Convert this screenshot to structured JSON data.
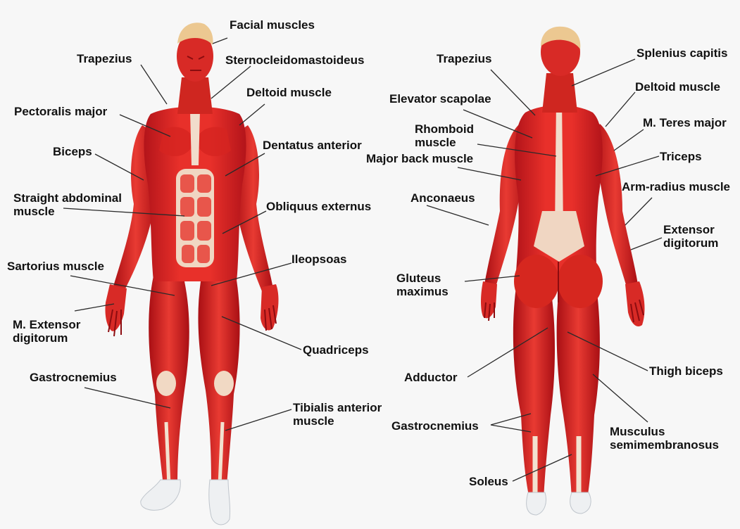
{
  "diagram": {
    "front_labels": {
      "facial_muscles": "Facial muscles",
      "trapezius": "Trapezius",
      "sternocleidomastoideus": "Sternocleidomastoideus",
      "deltoid": "Deltoid muscle",
      "pectoralis_major": "Pectoralis major",
      "dentatus_anterior": "Dentatus anterior",
      "biceps": "Biceps",
      "straight_abdominal_1": "Straight abdominal",
      "straight_abdominal_2": "muscle",
      "obliquus_externus": "Obliquus externus",
      "ileopsoas": "Ileopsoas",
      "sartorius": "Sartorius muscle",
      "m_extensor_1": "M. Extensor",
      "m_extensor_2": "digitorum",
      "quadriceps": "Quadriceps",
      "gastrocnemius": "Gastrocnemius",
      "tibialis_1": "Tibialis anterior",
      "tibialis_2": "muscle"
    },
    "back_labels": {
      "trapezius": "Trapezius",
      "splenius_capitis": "Splenius capitis",
      "elevator_scapolae": "Elevator scapolae",
      "deltoid": "Deltoid muscle",
      "rhomboid_1": "Rhomboid",
      "rhomboid_2": "muscle",
      "teres_major": "M. Teres major",
      "major_back": "Major back muscle",
      "triceps": "Triceps",
      "anconaeus": "Anconaeus",
      "arm_radius": "Arm-radius muscle",
      "extensor_1": "Extensor",
      "extensor_2": "digitorum",
      "gluteus_1": "Gluteus",
      "gluteus_2": "maximus",
      "thigh_biceps": "Thigh biceps",
      "adductor": "Adductor",
      "gastrocnemius": "Gastrocnemius",
      "semimembranosus_1": "Musculus",
      "semimembranosus_2": "semimembranosus",
      "soleus": "Soleus"
    }
  },
  "colors": {
    "muscle": "#e02424",
    "muscle_dark": "#a50f12",
    "muscle_light": "#f0544f",
    "tendon": "#f3e3d3",
    "hair": "#e8c896",
    "leader": "#2a2a2a",
    "background": "#f7f7f7"
  }
}
